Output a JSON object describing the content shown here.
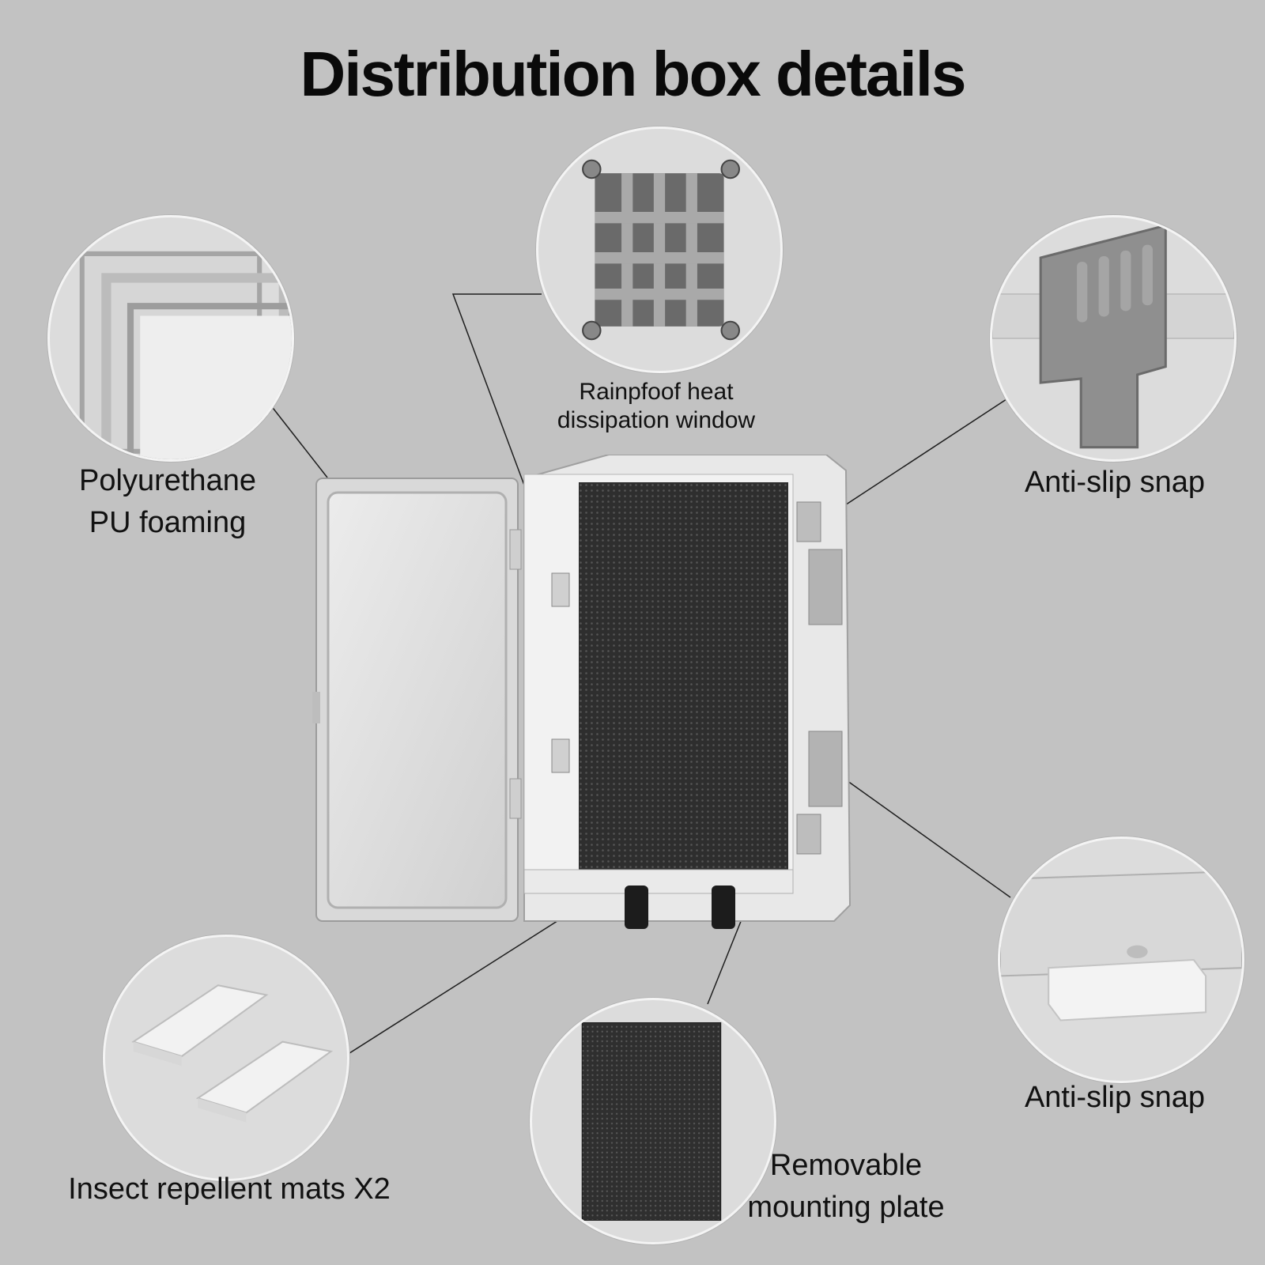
{
  "title": "Distribution box details",
  "callouts": {
    "heat_window": {
      "line1": "Rainpfoof heat",
      "line2": "dissipation window"
    },
    "pu_foaming": {
      "line1": "Polyurethane",
      "line2": "PU foaming"
    },
    "snap_top": {
      "line1": "Anti-slip snap"
    },
    "snap_bottom": {
      "line1": "Anti-slip snap"
    },
    "insect_mats": {
      "line1": "Insect repellent mats  X2"
    },
    "mounting_plate": {
      "line1": "Removable",
      "line2": "mounting plate"
    }
  },
  "colors": {
    "background": "#c2c2c2",
    "enclosure": "#e6e6e6",
    "plate": "#2e2e2e",
    "leader_line": "#1e1e1e"
  }
}
